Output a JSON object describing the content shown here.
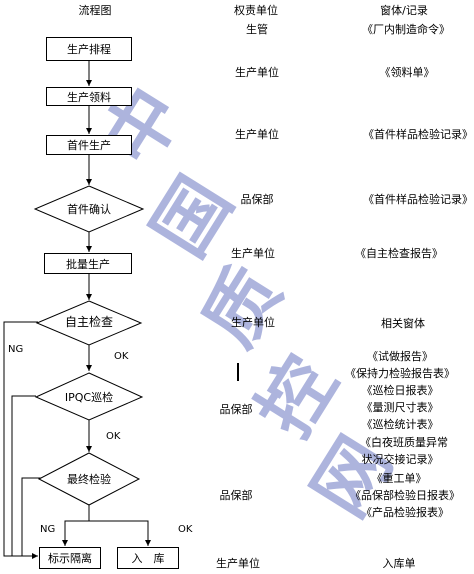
{
  "headers": {
    "flow": "流程图",
    "dept": "权责单位",
    "record": "窗体/记录"
  },
  "steps": {
    "s1": "生产排程",
    "s2": "生产领料",
    "s3": "首件生产",
    "s4": "首件确认",
    "s5": "批量生产",
    "s6": "自主检查",
    "s7": "IPQC巡检",
    "s8": "最终检验",
    "s9": "标示隔离",
    "s10": "入　库"
  },
  "branch_labels": {
    "ng1": "NG",
    "ok1": "OK",
    "ok2": "OK",
    "ng2": "NG",
    "ok3": "OK"
  },
  "departments": {
    "d0": "生管",
    "d1": "生产单位",
    "d2": "生产单位",
    "d3": "品保部",
    "d4": "生产单位",
    "d5": "生产单位",
    "d6": "品保部",
    "d7": "品保部",
    "d8": "生产单位"
  },
  "records": {
    "r0": "《厂内制造命令》",
    "r1": "《领料单》",
    "r2": "《首件样品检验记录》",
    "r3": "《首件样品检验记录》",
    "r4": "《自主检查报告》",
    "r5": "相关窗体",
    "r6": "《试做报告》",
    "r7": "《保持力检验报告表》",
    "r8": "《巡检日报表》",
    "r9": "《量测尺寸表》",
    "r10": "《巡检统计表》",
    "r11": "《白夜班质量异常",
    "r12": "状况交接记录》",
    "r13": "《重工单》",
    "r14": "《品保部检验日报表》",
    "r15": "《产品检验报表》",
    "r16": "入库单"
  },
  "watermark": [
    "中",
    "国",
    "质",
    "控",
    "网"
  ]
}
